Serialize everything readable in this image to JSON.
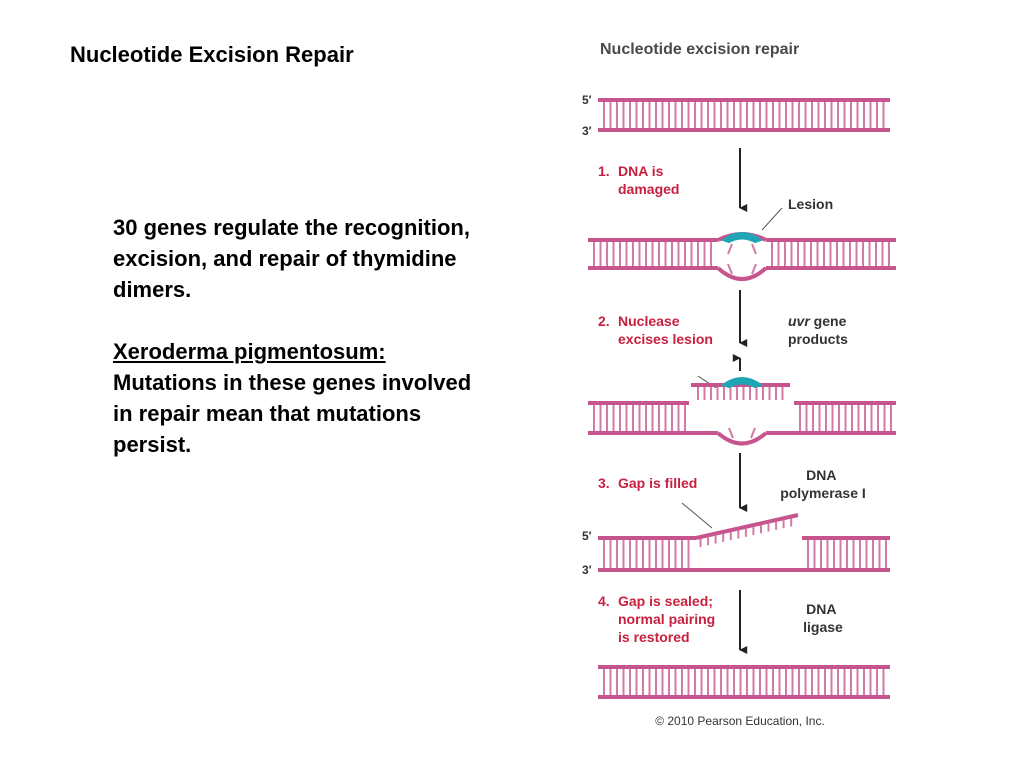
{
  "slide": {
    "title": "Nucleotide Excision Repair",
    "paragraph_1": "30 genes regulate the recognition, excision, and repair of thymidine dimers.",
    "xp_heading": "Xeroderma pigmentosum:",
    "paragraph_2": "Mutations in these genes involved in repair mean that mutations persist."
  },
  "figure": {
    "title": "Nucleotide excision repair",
    "five_prime": "5′",
    "three_prime": "3′",
    "steps": [
      {
        "number": "1.",
        "lines": [
          "DNA is",
          "damaged"
        ],
        "side_label_lines": [
          "Lesion"
        ]
      },
      {
        "number": "2.",
        "lines": [
          "Nuclease",
          "excises lesion"
        ],
        "side_label_italic": "uvr",
        "side_label_lines": [
          " gene",
          "products"
        ]
      },
      {
        "number": "3.",
        "lines": [
          "Gap is filled"
        ],
        "side_label_lines": [
          "DNA",
          "polymerase I"
        ]
      },
      {
        "number": "4.",
        "lines": [
          "Gap is sealed;",
          "normal pairing",
          "is restored"
        ],
        "side_label_lines": [
          "DNA",
          "ligase"
        ]
      }
    ],
    "copyright": "© 2010 Pearson Education, Inc.",
    "colors": {
      "strand": "#c7558d",
      "rung": "#d47aa6",
      "step_text": "#c8203f",
      "lesion": "#1fa5b3",
      "label_text": "#333333"
    }
  }
}
